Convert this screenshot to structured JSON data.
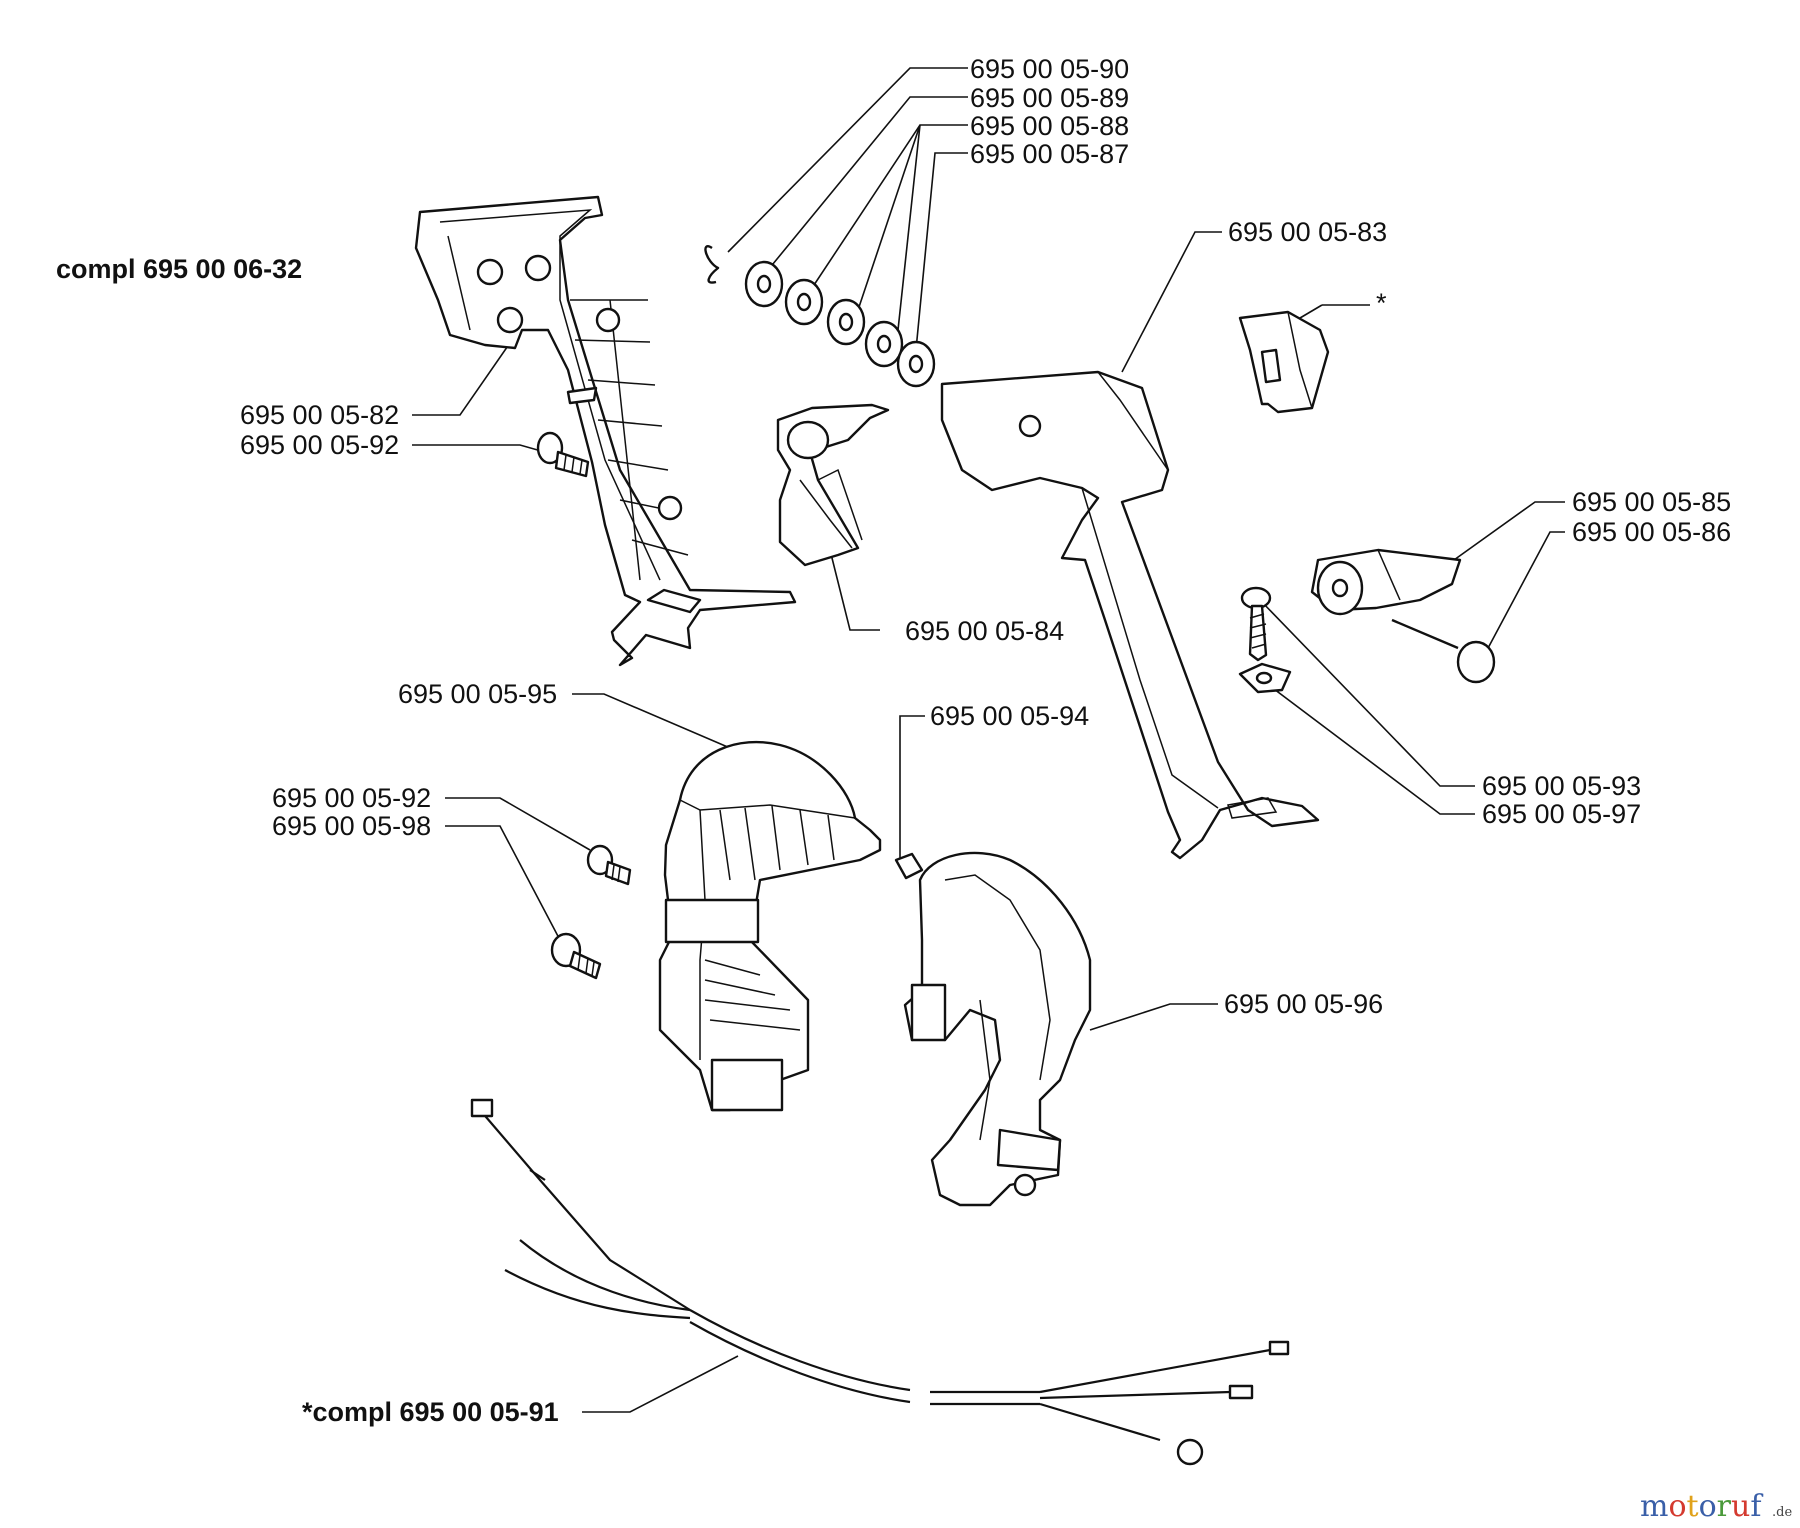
{
  "callouts": {
    "p90": "695 00 05-90",
    "p89": "695 00 05-89",
    "p88": "695 00 05-88",
    "p87": "695 00 05-87",
    "p83": "695 00 05-83",
    "star": "*",
    "compl_a": "compl 695 00 06-32",
    "p82": "695 00 05-82",
    "p92a": "695 00 05-92",
    "p85": "695 00 05-85",
    "p86": "695 00 05-86",
    "p84": "695 00 05-84",
    "p95": "695 00 05-95",
    "p94": "695 00 05-94",
    "p92b": "695 00 05-92",
    "p98": "695 00 05-98",
    "p93": "695 00 05-93",
    "p97": "695 00 05-97",
    "p96": "695 00 05-96",
    "compl_b": "*compl 695 00 05-91"
  },
  "watermark": {
    "brand": "motoruf",
    "tld": ".de",
    "colors": [
      "#3a5fa8",
      "#d43a2f",
      "#e0a21b",
      "#3a5fa8",
      "#4b9a3b",
      "#d43a2f",
      "#3a5fa8"
    ]
  }
}
